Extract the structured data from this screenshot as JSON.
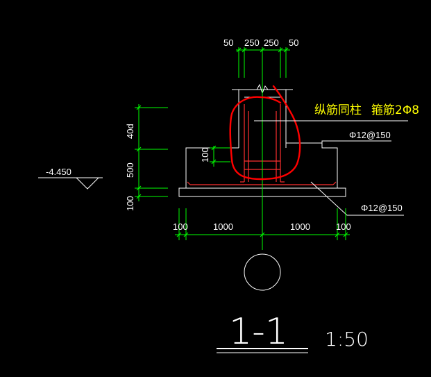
{
  "colors": {
    "background": "#000000",
    "dimension": "#00ff00",
    "outline": "#ffffff",
    "rebar": "#ff3030",
    "annotation": "#ffff00",
    "markup": "#ff0000"
  },
  "labels": {
    "top_dim_50_left": "50",
    "top_dim_250_left": "250",
    "top_dim_250_right": "250",
    "top_dim_50_right": "50",
    "note_longitudinal": "纵筋同柱",
    "note_stirrup": "箍筋2Φ8",
    "rebar_upper": "Φ12@150",
    "rebar_lower": "Φ12@150",
    "elevation": "-4.450",
    "left_dim_40d": "40d",
    "left_dim_500": "500",
    "left_dim_100_bottom": "100",
    "inner_dim_100": "100",
    "bottom_dim_100_left": "100",
    "bottom_dim_1000_left": "1000",
    "bottom_dim_1000_right": "1000",
    "bottom_dim_100_right": "100",
    "section_title": "1-1",
    "scale": "1:50"
  }
}
